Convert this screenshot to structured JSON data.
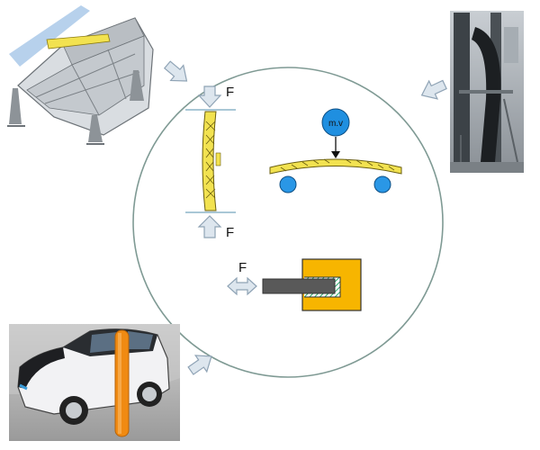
{
  "labels": {
    "force_top": "F",
    "force_bottom": "F",
    "force_side": "F",
    "impactor": "m.v"
  },
  "colors": {
    "circle_outline": "#7f9a94",
    "arrow_fill": "#dde6ee",
    "arrow_stroke": "#8fa3b5",
    "beam_yellow": "#f2e250",
    "impactor_blue": "#1f8fe0",
    "support_blue": "#2a97e6",
    "block_orange": "#f7b500",
    "bar_gray": "#595959",
    "pillar_orange": "#f08a12"
  },
  "icons": {
    "top_left": "bmw-i3-chassis-with-roof-beam-photo",
    "top_right": "vertical-test-rig-photo",
    "bottom_left": "car-pole-side-impact-render",
    "center": "test-schematic-circle"
  }
}
